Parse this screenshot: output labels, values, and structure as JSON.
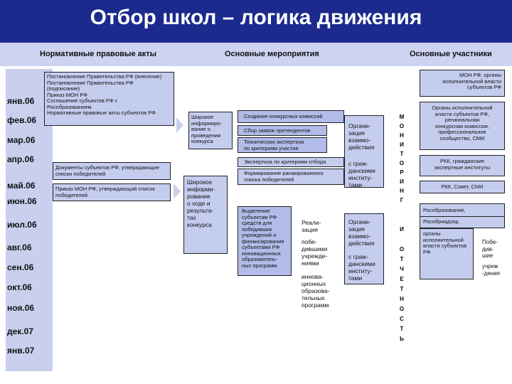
{
  "title": "Отбор школ – логика движения",
  "headers": {
    "acts": "Нормативные правовые акты",
    "events": "Основные мероприятия",
    "participants": "Основные участники"
  },
  "months": [
    "янв.06",
    "фев.06",
    "мар.06",
    "апр.06",
    "май.06",
    "июн.06",
    "июл.06",
    "авг.06",
    "сен.06",
    "окт.06",
    "ноя.06",
    "дек.07",
    "янв.07"
  ],
  "acts": {
    "box1": "Постановление Правительства РФ (внесение)\nПостановление Правительства РФ\n(подписание)\nПриказ МОН РФ\nСоглашение субъектов РФ с\nРособразованием\nНормативные правовые акты субъектов РФ",
    "box2": "Документы субъектов РФ, утверждающие\nсписки победителей",
    "box3": "Приказ МОН РФ, утверждающий список\nпобедителей"
  },
  "info1": "Широкое\nинформиро-\nвание о\nпроведении\nконкурса",
  "info2": "Широкое\nинформи-\nрование\nо ходе и\nрезульта-\nтах\nконкурса",
  "events": {
    "e1": "Создание конкурсных комиссий",
    "e2": "Сбор заявок претендентов",
    "e3": "Техническая экспертиза\nпо критериям участия",
    "e4": "Экспертиза по критериям отбора",
    "e5": "Формирование ранжированного\nсписка победителей",
    "e6": "Выделение\nсубъектам РФ\nсредств для\nпобедивших\nучреждений и\nфинансирование\nсубъектами РФ\nинновационных\nобразователь-\nных программ"
  },
  "org1": "Органи-\nзация\nвзаимо-\nдействия",
  "civ1": "с граж-\nданскими\nинститу-\nтами",
  "org2": "Органи-\nзация\nвзаимо-\nдействия",
  "civ2": "с граж-\nданскими\nинститу-\nтами",
  "realization": "Реали-\nзация",
  "realization2": "побе-\nдившими\nучрежде-\nниями",
  "realization3": "иннова-\nционных\nобразова-\nтельных\nпрограмм",
  "monitoring_top": [
    "М",
    "О",
    "Н",
    "И",
    "Т",
    "О",
    "Р",
    "И",
    "Н",
    "Г"
  ],
  "monitoring_bottom": [
    "И",
    "",
    "О",
    "Т",
    "Ч",
    "Е",
    "Т",
    "Н",
    "О",
    "С",
    "Т",
    "Ь"
  ],
  "participants": {
    "p1": "МОН РФ, органы\nисполнительной власти\nсубъектов РФ",
    "p2": "Органы исполнительной\nвласти субъектов РФ,\nрегиональная\nконкурсная комиссия,\nпрофессиональное\nсообщество, СМИ",
    "p3": "РКК, гражданские\nэкспертные институты",
    "p4": "РКК, Совет, СМИ",
    "p5": "Рособразование,",
    "p6": "Рособрнадзор,",
    "p7": "органы\nисполнительной\nвласти субъектов\nРФ",
    "p8": "Побе-\nдив-\nшие",
    "p9": "учреж\n-дения"
  },
  "colors": {
    "title_bg": "#1b2a8c",
    "band": "#cdd3f1",
    "timeline": "#c9d0ee",
    "box_light": "#c5cdef",
    "box_mid": "#b2bce9"
  }
}
